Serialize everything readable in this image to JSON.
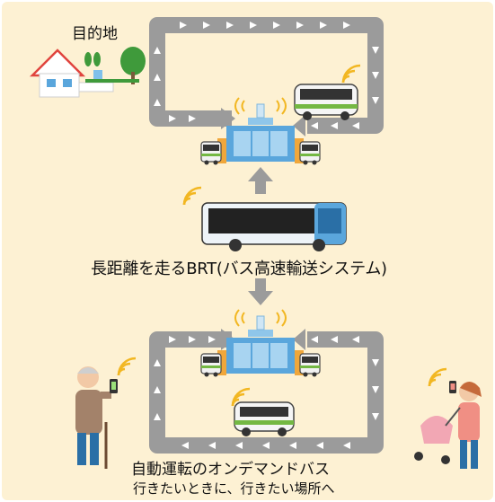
{
  "labels": {
    "destination": "目的地",
    "brt": "長距離を走るBRT(バス高速輸送システム)",
    "ondemand_title": "自動運転のオンデマンドバス",
    "ondemand_subtitle": "行きたいときに、行きたい場所へ"
  },
  "icons": [
    "house-icon",
    "tree-icon",
    "bus-stop-station-icon",
    "bus-icon",
    "wifi-signal-icon",
    "smartphone-icon",
    "elderly-person-icon",
    "parent-with-stroller-icon",
    "arrow-up-icon",
    "arrow-down-icon"
  ],
  "colors": {
    "background": "#fdf1d3",
    "road": "#9b9b9b",
    "station_blue": "#5aa6dc",
    "bus_green": "#74b843",
    "signal_yellow": "#f2b722"
  }
}
